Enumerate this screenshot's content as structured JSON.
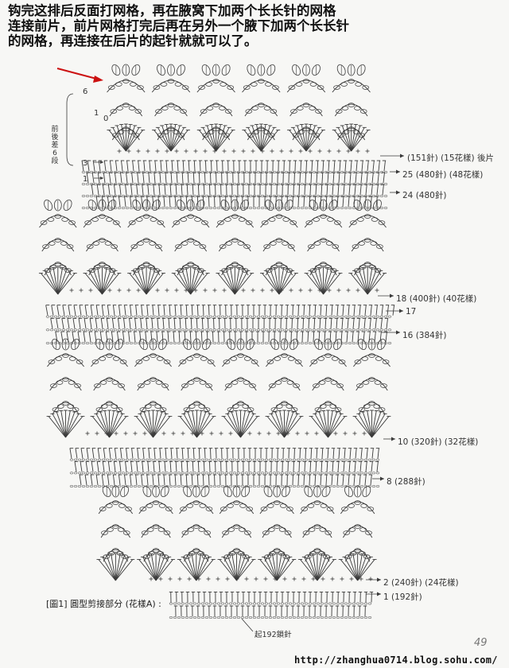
{
  "instruction": {
    "lines": [
      "钩完这排后反面打网格，再在腋窝下加两个长长针的网格",
      "连接前片，前片网格打完后再在另外一个腋下加两个长长针",
      "的网格，再连接在后片的起针就就可以了。"
    ]
  },
  "side_note": "前後差6段",
  "left_numbers": [
    "6",
    "1",
    "0",
    "3",
    "1"
  ],
  "row_labels": [
    {
      "label": "(151針) (15花樣) 後片"
    },
    {
      "label": "25 (480針) (48花樣)"
    },
    {
      "label": "24 (480針)"
    },
    {
      "label": "18 (400針) (40花樣)"
    },
    {
      "label": "17"
    },
    {
      "label": "16 (384針)"
    },
    {
      "label": "10 (320針) (32花樣)"
    },
    {
      "label": "8 (288針)"
    },
    {
      "label": "2 (240針) (24花樣)"
    },
    {
      "label": "1 (192針)"
    }
  ],
  "figure_caption": "[圖1] 圓型剪接部分 (花樣A) :",
  "base_label": "起192鎖針",
  "page_number": "49",
  "watermark": "http://zhanghua0714.blog.sohu.com/",
  "colors": {
    "ink": "#3a3a3a",
    "arrow": "#cc1111",
    "paper": "#f7f7f5"
  }
}
